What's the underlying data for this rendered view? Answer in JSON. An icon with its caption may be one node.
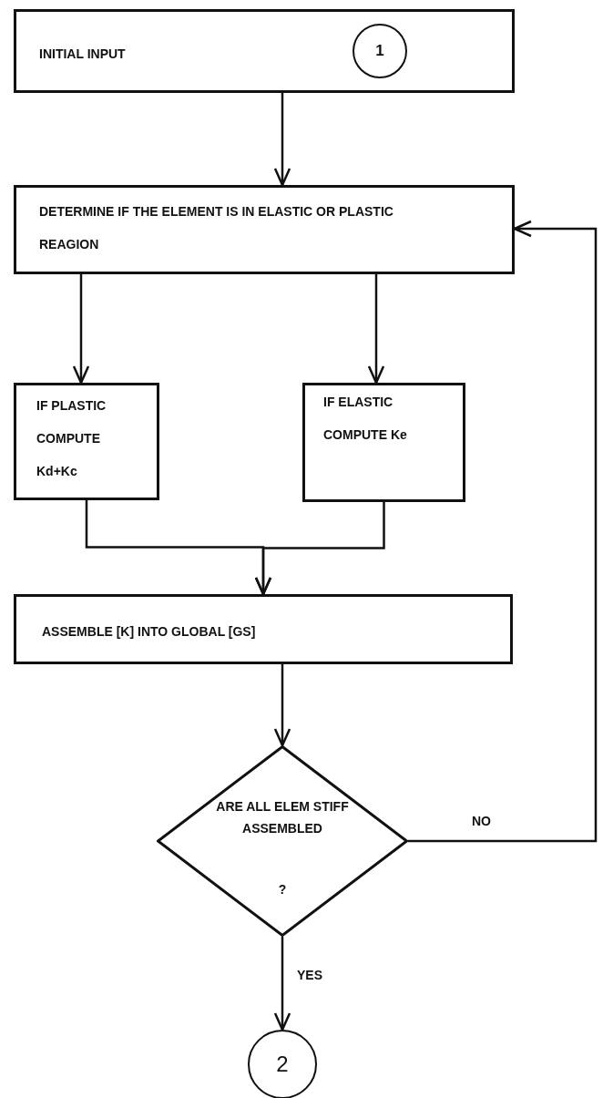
{
  "diagram": {
    "nodes": [
      {
        "text": [
          "INITIAL INPUT"
        ]
      },
      {
        "text": [
          "1"
        ],
        "in": 0
      },
      {
        "text": [
          "DETERMINE IF THE ELEMENT IS IN ELASTIC OR PLASTIC REAGION"
        ]
      },
      {
        "text": [
          "IF PLASTIC COMPUTE Kd+Kc"
        ]
      },
      {
        "text": [
          "IF ELASTIC COMPUTE Ke"
        ]
      },
      {
        "text": [
          "ASSEMBLE [K] INTO GLOBAL [GS]"
        ]
      },
      {
        "text": [
          "ARE ALL ELEM STIFF ASSEMBLED",
          "?"
        ]
      },
      {
        "text": [
          "2"
        ]
      }
    ],
    "edges": [
      {
        "from": 0,
        "to": 2,
        "arrow": "to"
      },
      {
        "from": 2,
        "to": 3,
        "arrow": "to"
      },
      {
        "from": 2,
        "to": 4,
        "arrow": "to"
      },
      {
        "from": 3,
        "to": 5,
        "arrow": "to"
      },
      {
        "from": 4,
        "to": 5,
        "arrow": "to"
      },
      {
        "from": 5,
        "to": 6,
        "arrow": "to"
      },
      {
        "from": 6,
        "to": 7,
        "arrow": "to",
        "label": "YES"
      },
      {
        "from": 6,
        "to": 2,
        "arrow": "to",
        "label": "NO"
      }
    ]
  }
}
